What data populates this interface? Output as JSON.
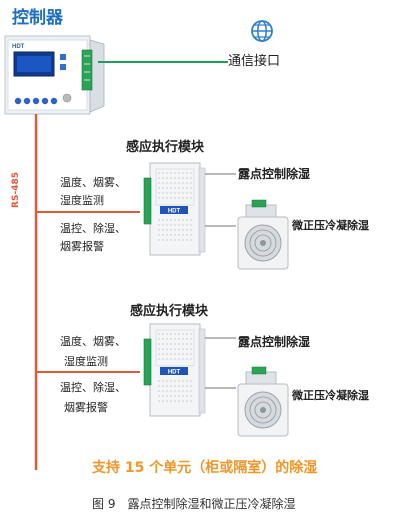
{
  "colors": {
    "title_blue": "#1e6fc0",
    "bus_red": "#e05a3c",
    "link_green": "#1f9e57",
    "support_orange": "#f0962a",
    "icon_blue": "#2f80c9",
    "text": "#222222"
  },
  "controller": {
    "title": "控制器",
    "brand": "HDT"
  },
  "network": {
    "icon": "globe-icon",
    "label": "通信接口"
  },
  "bus": {
    "label": "RS-485"
  },
  "groups": [
    {
      "module_title": "感应执行模块",
      "brand": "HDT",
      "sense_line1": "温度、烟雾、",
      "sense_line2": "湿度监测",
      "ctrl_line1": "温控、除湿、",
      "ctrl_line2": "烟雾报警",
      "out1": "露点控制除湿",
      "out2": "微正压冷凝除湿"
    },
    {
      "module_title": "感应执行模块",
      "brand": "HDT",
      "sense_line1": "温度、烟雾、",
      "sense_line2": "湿度监测",
      "ctrl_line1": "温控、除湿、",
      "ctrl_line2": "烟雾报警",
      "out1": "露点控制除湿",
      "out2": "微正压冷凝除湿"
    }
  ],
  "support_text": "支持 15 个单元（柜或隔室）的除湿",
  "caption": "图 9　露点控制除湿和微正压冷凝除湿"
}
